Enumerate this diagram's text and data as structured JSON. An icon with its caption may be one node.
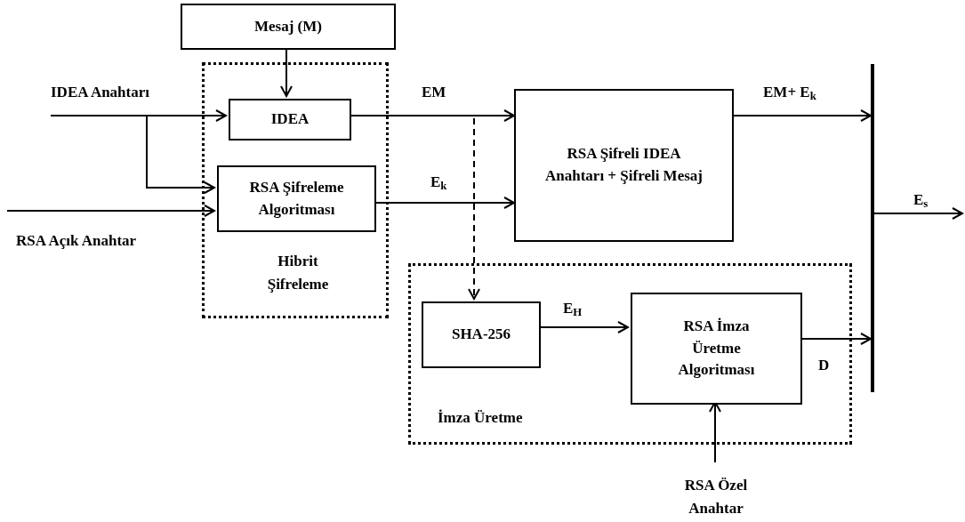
{
  "diagram": {
    "nodes": [
      {
        "text": [
          "Mesaj (M)"
        ]
      },
      {
        "text": [
          "Hibrit Şifreleme"
        ]
      },
      {
        "text": [
          "IDEA"
        ],
        "in": 1
      },
      {
        "text": [
          "RSA Şifreleme Algoritması"
        ],
        "in": 1
      },
      {
        "text": [
          "RSA Şifreli IDEA Anahtarı + Şifreli Mesaj"
        ]
      },
      {
        "text": [
          "İmza Üretme"
        ]
      },
      {
        "text": [
          "SHA-256"
        ],
        "in": 5
      },
      {
        "text": [
          "RSA İmza Üretme Algoritması"
        ],
        "in": 5
      },
      {
        "text": [],
        "shape": "bar"
      }
    ],
    "edges": [
      {
        "from": 0,
        "to": 2,
        "arrow": "to"
      },
      {
        "from": null,
        "to": 2,
        "arrow": "to",
        "label": "IDEA Anahtarı"
      },
      {
        "from": null,
        "to": 3,
        "arrow": "to"
      },
      {
        "from": null,
        "to": 3,
        "arrow": "to",
        "label": "RSA Açık Anahtar"
      },
      {
        "from": 2,
        "to": 4,
        "arrow": "to",
        "label": "EM"
      },
      {
        "from": 3,
        "to": 4,
        "arrow": "to",
        "label": "E$_{k}$"
      },
      {
        "from": 2,
        "to": 6,
        "arrow": "to",
        "style": "dashed"
      },
      {
        "from": 4,
        "to": 8,
        "arrow": "to",
        "label": "EM+ E$_{k}$"
      },
      {
        "from": 8,
        "to": null,
        "arrow": "to",
        "label": "E$_{s}$"
      },
      {
        "from": 6,
        "to": 7,
        "arrow": "to",
        "label": "E$_{H}$"
      },
      {
        "from": 7,
        "to": 8,
        "arrow": "to",
        "label": "D"
      },
      {
        "from": null,
        "to": 7,
        "arrow": "to",
        "label": "RSA Özel Anahtar"
      }
    ]
  }
}
